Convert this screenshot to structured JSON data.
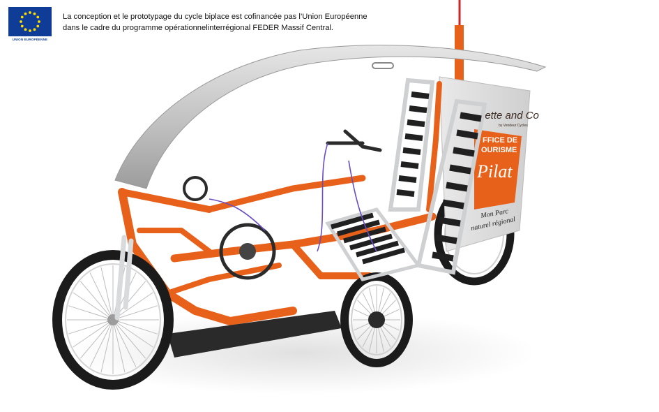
{
  "header": {
    "eu_flag_icon": "eu-flag-icon",
    "eu_caption": "UNION EUROPÉENNE",
    "notice_line1": "La conception et le prototypage du cycle biplace est cofinancée pas l’Union Européenne",
    "notice_line2": "dans le cadre du programme opérationnelinterrégional FEDER Massif Central."
  },
  "vehicle": {
    "brand": "lette and Co",
    "brand_sub": "by Vendeur Cycles",
    "office_line1": "FFICE DE",
    "office_line2": "OURISME",
    "pilat": "Pilat",
    "parc_line1": "Mon Parc",
    "parc_line2": "naturel régional"
  },
  "colors": {
    "frame_orange": "#e8611a",
    "eu_blue": "#0f3c96",
    "eu_star": "#ffdd00",
    "canopy": "#c9c9c9",
    "tire": "#1b1b1b",
    "seat_black": "#202020",
    "aluminium": "#d9dadb"
  }
}
